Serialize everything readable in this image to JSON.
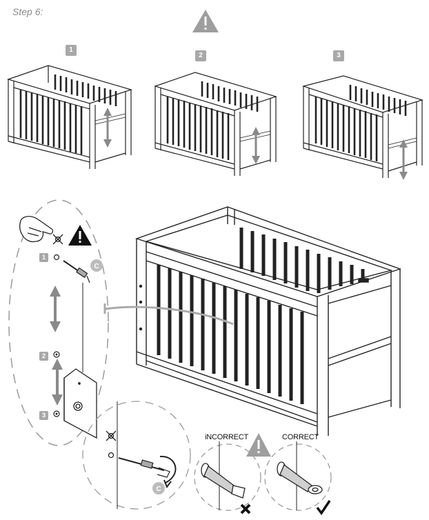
{
  "step": {
    "title": "Step 6:"
  },
  "positions": [
    {
      "label": "1",
      "level": "high"
    },
    {
      "label": "2",
      "level": "middle"
    },
    {
      "label": "3",
      "level": "low"
    }
  ],
  "detail": {
    "hole_labels": [
      "1",
      "2",
      "3"
    ],
    "part_letter": "C"
  },
  "check": {
    "incorrect_label": "iNCORRECT",
    "correct_label": "CORRECT"
  },
  "colors": {
    "line": "#222222",
    "gray": "#a8a8a8",
    "dash": "#9a9a9a"
  }
}
